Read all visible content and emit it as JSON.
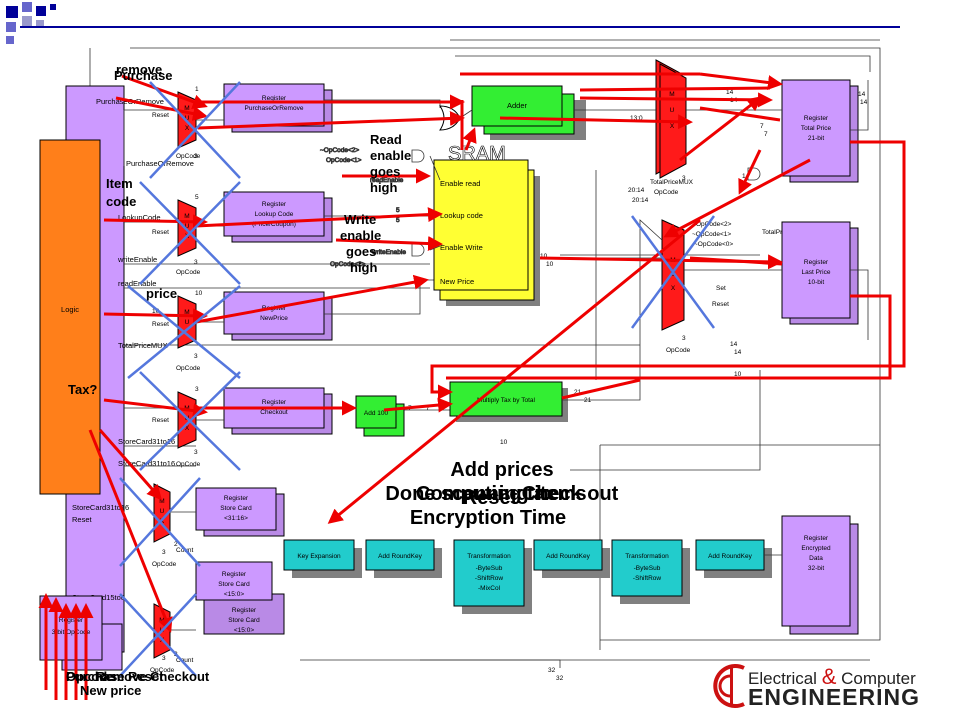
{
  "slide": {
    "corner_accent_colors": [
      "#000099",
      "#6666cc",
      "#9999cc"
    ],
    "logo": {
      "line1": "Electrical & Computer",
      "ampersand": "&",
      "line2": "ENGINEERING"
    }
  },
  "blocks": {
    "logic": "Logic",
    "reg_purchase": [
      "Register",
      "PurchaseOrRemove"
    ],
    "reg_lookup": [
      "Register",
      "Lookup Code",
      "(Price/Coupon)"
    ],
    "reg_newprice": [
      "Register",
      "NewPrice"
    ],
    "reg_checkout": [
      "Register",
      "Checkout"
    ],
    "reg_storecard_hi": [
      "Register",
      "Store Card",
      "<31:16>"
    ],
    "reg_storecard_lo": [
      "Register",
      "Store Card",
      "<15:0>"
    ],
    "reg_opcode": [
      "Register",
      "3-bit OpCode"
    ],
    "reg_total": [
      "Register",
      "Total Price",
      "21-bit"
    ],
    "reg_last": [
      "Register",
      "Last Price",
      "10-bit"
    ],
    "reg_encrypted": [
      "Register",
      "Encrypted",
      "Data",
      "32-bit"
    ],
    "adder": "Adder",
    "sram_title": "SRAM",
    "sram_rows": [
      "Enable read",
      "Lookup code",
      "Enable Write",
      "New Price"
    ],
    "add100": "Add 100",
    "multiply": "Multiply Tax by Total",
    "key_expansion": "Key Expansion",
    "add_roundkey": "Add RoundKey",
    "transform1": [
      "Transformation",
      "-ByteSub",
      "-ShiftRow",
      "-MixCol"
    ],
    "transform2": [
      "Transformation",
      "-ByteSub",
      "-ShiftRow"
    ],
    "mux_letters": [
      "M",
      "U",
      "X"
    ]
  },
  "signals": {
    "purchase_or_remove": "PurchaseOrRemove",
    "lookup_code": "LookupCode",
    "write_enable": "writeEnable",
    "read_enable": "readEnable",
    "total_price_mux": "TotalPriceMUX",
    "checkout": "Checkout",
    "store_card_hi": "StoreCard31to16",
    "store_card_lo": "StoreCard15to0",
    "opcode": "OpCode",
    "reset": "Reset",
    "set": "Set",
    "count": "Count",
    "total_price": "TotalPrice",
    "opcode2": "~OpCode<2>",
    "opcode1": "OpCode<1>",
    "opcode2b": "OpCode<2>",
    "opcode1b": "~OpCode<1>",
    "opcode0b": "~OpCode<0>",
    "bits": [
      "1",
      "5",
      "10",
      "3",
      "2",
      "7",
      "14",
      "21",
      "32",
      "13:0",
      "20:14"
    ]
  },
  "annotations": {
    "remove": "remove",
    "purchase": "Purchase",
    "item_code": "Item code",
    "price": "price",
    "tax": "Tax?",
    "read_enable": "Read enable goes high",
    "write_enable": "Write enable goes high",
    "add_prices": "Add prices",
    "overlap": [
      "Done scanning items",
      "Computing tax",
      "Check out",
      "Reset",
      "Encryption Time"
    ],
    "bottom_overlap": [
      "Opcode",
      "Purchase",
      "Remove",
      "Reset",
      "Checkout"
    ],
    "new_price": "New price"
  }
}
